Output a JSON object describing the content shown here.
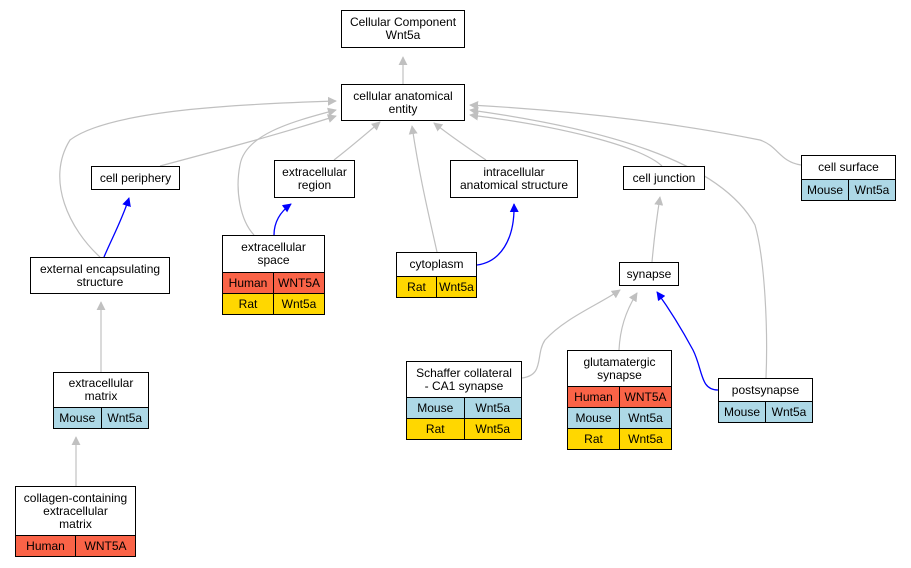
{
  "colors": {
    "human": "#fa6347",
    "mouse": "#add8e6",
    "rat": "#ffd700",
    "edge_gray": "#c0c0c0",
    "edge_blue": "#0000ff"
  },
  "nodes": {
    "root": {
      "lines": [
        "Cellular Component",
        "Wnt5a"
      ],
      "rows": []
    },
    "cae": {
      "lines": [
        "cellular anatomical",
        "entity"
      ],
      "rows": []
    },
    "cellperiphery": {
      "lines": [
        "cell periphery"
      ],
      "rows": []
    },
    "extracellularregion": {
      "lines": [
        "extracellular",
        "region"
      ],
      "rows": []
    },
    "intracellular": {
      "lines": [
        "intracellular",
        "anatomical structure"
      ],
      "rows": []
    },
    "celljunction": {
      "lines": [
        "cell junction"
      ],
      "rows": []
    },
    "cellsurface": {
      "lines": [
        "cell surface"
      ],
      "rows": [
        {
          "species": "Mouse",
          "gene": "Wnt5a"
        }
      ]
    },
    "externalenc": {
      "lines": [
        "external encapsulating",
        "structure"
      ],
      "rows": []
    },
    "extracellularspace": {
      "lines": [
        "extracellular",
        "space"
      ],
      "rows": [
        {
          "species": "Human",
          "gene": "WNT5A"
        },
        {
          "species": "Rat",
          "gene": "Wnt5a"
        }
      ]
    },
    "cytoplasm": {
      "lines": [
        "cytoplasm"
      ],
      "rows": [
        {
          "species": "Rat",
          "gene": "Wnt5a"
        }
      ]
    },
    "synapse": {
      "lines": [
        "synapse"
      ],
      "rows": []
    },
    "ecm": {
      "lines": [
        "extracellular",
        "matrix"
      ],
      "rows": [
        {
          "species": "Mouse",
          "gene": "Wnt5a"
        }
      ]
    },
    "schaffer": {
      "lines": [
        "Schaffer collateral",
        "- CA1 synapse"
      ],
      "rows": [
        {
          "species": "Mouse",
          "gene": "Wnt5a"
        },
        {
          "species": "Rat",
          "gene": "Wnt5a"
        }
      ]
    },
    "glutamatergic": {
      "lines": [
        "glutamatergic",
        "synapse"
      ],
      "rows": [
        {
          "species": "Human",
          "gene": "WNT5A"
        },
        {
          "species": "Mouse",
          "gene": "Wnt5a"
        },
        {
          "species": "Rat",
          "gene": "Wnt5a"
        }
      ]
    },
    "postsynapse": {
      "lines": [
        "postsynapse"
      ],
      "rows": [
        {
          "species": "Mouse",
          "gene": "Wnt5a"
        }
      ]
    },
    "collagen": {
      "lines": [
        "collagen-containing",
        "extracellular",
        "matrix"
      ],
      "rows": [
        {
          "species": "Human",
          "gene": "WNT5A"
        }
      ]
    }
  },
  "edges": [
    {
      "from": "cae",
      "to": "root",
      "type": "gray"
    },
    {
      "from": "cellperiphery",
      "to": "cae",
      "type": "gray"
    },
    {
      "from": "extracellularregion",
      "to": "cae",
      "type": "gray"
    },
    {
      "from": "intracellular",
      "to": "cae",
      "type": "gray"
    },
    {
      "from": "celljunction",
      "to": "cae",
      "type": "gray"
    },
    {
      "from": "cellsurface",
      "to": "cae",
      "type": "gray"
    },
    {
      "from": "externalenc",
      "to": "cae",
      "type": "gray"
    },
    {
      "from": "externalenc",
      "to": "cellperiphery",
      "type": "blue"
    },
    {
      "from": "extracellularspace",
      "to": "cae",
      "type": "gray"
    },
    {
      "from": "extracellularspace",
      "to": "extracellularregion",
      "type": "blue"
    },
    {
      "from": "cytoplasm",
      "to": "cae",
      "type": "gray"
    },
    {
      "from": "cytoplasm",
      "to": "intracellular",
      "type": "blue"
    },
    {
      "from": "synapse",
      "to": "celljunction",
      "type": "gray"
    },
    {
      "from": "postsynapse",
      "to": "cae",
      "type": "gray"
    },
    {
      "from": "postsynapse",
      "to": "synapse",
      "type": "blue"
    },
    {
      "from": "schaffer",
      "to": "synapse",
      "type": "gray"
    },
    {
      "from": "glutamatergic",
      "to": "synapse",
      "type": "gray"
    },
    {
      "from": "ecm",
      "to": "externalenc",
      "type": "gray"
    },
    {
      "from": "collagen",
      "to": "ecm",
      "type": "gray"
    }
  ]
}
